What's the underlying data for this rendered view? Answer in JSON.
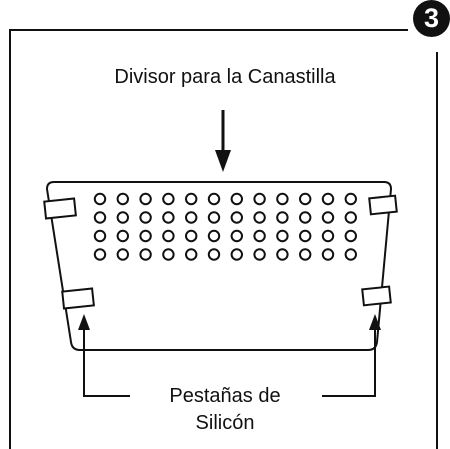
{
  "step_number": "3",
  "title_label": "Divisor para la Canastilla",
  "tabs_label_line1": "Pestañas de",
  "tabs_label_line2": "Silicón",
  "colors": {
    "stroke": "#111111",
    "background": "#ffffff"
  },
  "icons": [
    "down-arrow-icon",
    "up-arrow-icon"
  ],
  "divider": {
    "hole_rows": 4,
    "hole_columns": 12
  }
}
